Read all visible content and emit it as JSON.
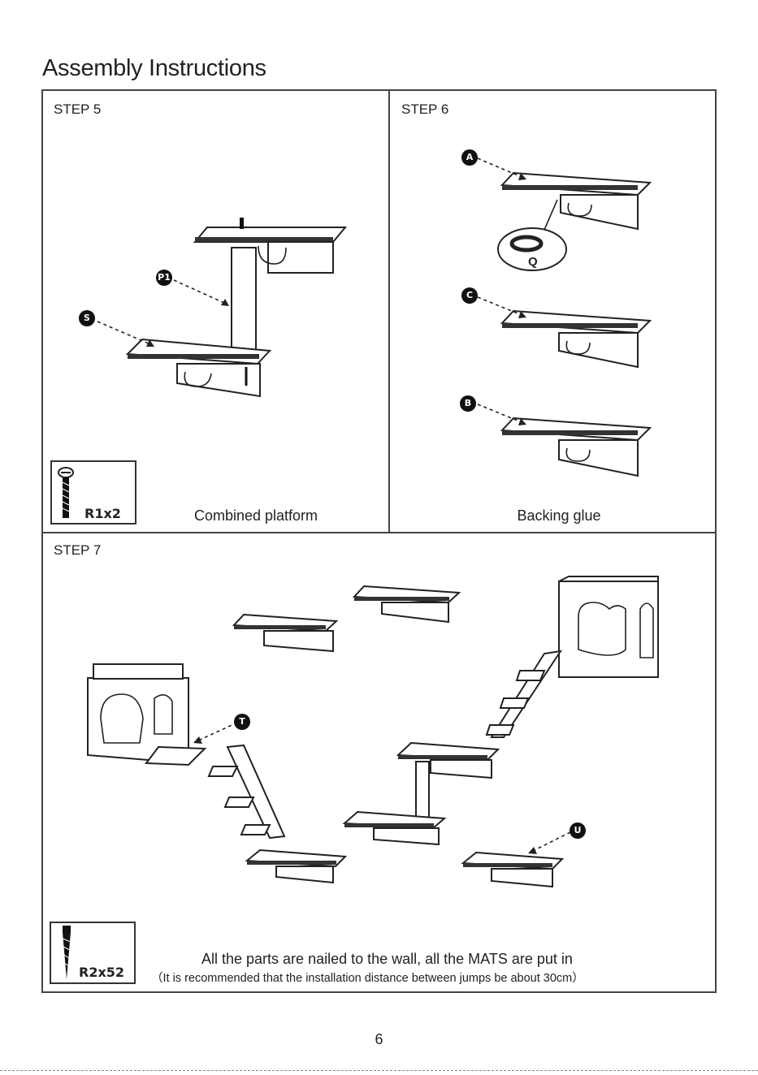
{
  "page_title": "Assembly Instructions",
  "step5": {
    "label": "STEP 5",
    "caption": "Combined platform",
    "screw": "R1x2",
    "callouts": [
      "P1",
      "S"
    ]
  },
  "step6": {
    "label": "STEP 6",
    "caption": "Backing glue",
    "callouts": [
      "A",
      "C",
      "B"
    ],
    "glue_label": "Q"
  },
  "step7": {
    "label": "STEP 7",
    "note": "All the parts are nailed to the wall, all the MATS are put in",
    "note_sub": "（It is recommended that the installation distance between jumps be about 30cm）",
    "screw": "R2x52",
    "callouts": [
      "T",
      "U"
    ]
  },
  "page_number": "6"
}
